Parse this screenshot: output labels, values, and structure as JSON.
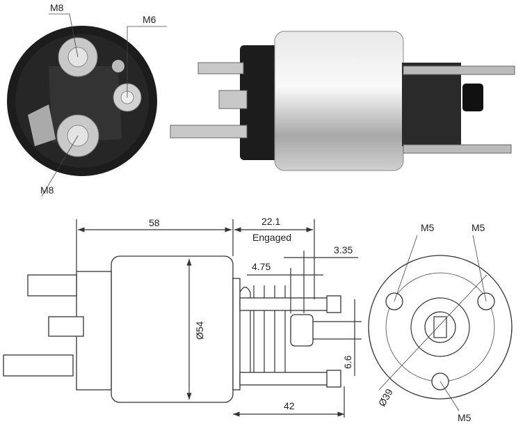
{
  "photo_labels": {
    "top_terminal": "M8",
    "small_terminal": "M6",
    "bottom_terminal": "M8"
  },
  "dimensions": {
    "length_body": "58",
    "engaged_travel": "22.1",
    "engaged_label": "Engaged",
    "offset_a": "3.35",
    "offset_b": "4.75",
    "body_diameter": "Ø54",
    "tab_width": "6.6",
    "stud_length": "42"
  },
  "end_view_labels": {
    "stud_top_left": "M5",
    "stud_top_right": "M5",
    "stud_bottom": "M5",
    "bolt_circle": "Ø39"
  },
  "colors": {
    "body_metal": "#bfbfbf",
    "dark_cap": "#1a1a1a",
    "line": "#333333"
  }
}
